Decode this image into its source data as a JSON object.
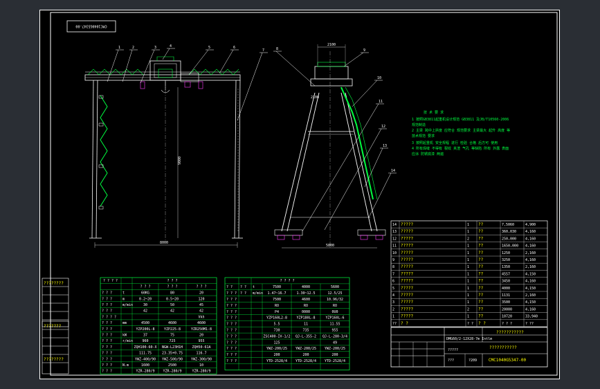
{
  "drawing_number": "CMC1040G5347-00",
  "title_block": {
    "drawing_name": "DMG60/2-12X28-7m Intlm",
    "unknown_title": "???????????",
    "drawing_code": "CMC1040G5347-00",
    "revision_label": "?????",
    "date_code": "?209",
    "scale_label": "???"
  },
  "part_callouts": [
    "1",
    "2",
    "3",
    "4",
    "5",
    "6",
    "7",
    "8",
    "9",
    "10",
    "11",
    "12",
    "13",
    "14"
  ],
  "dimensions": {
    "top_width": "2100",
    "span": "8000",
    "height": "9000",
    "side_base": "5800",
    "side_small": "2100"
  },
  "notes": {
    "heading": "技 术 要 求",
    "lines": [
      "1 按照GB3811起重机设计规范 GB3811 及JB/T10560-2006",
      "  规范制造",
      "2 主梁 跨中上拱度 应符合 规范要求 主梁最大 起升 高度 等",
      "  技术规范 要求",
      "3 按照起重机 安全规程 进行 检验 合格 后方可 使用",
      "4 所有焊缝 不得有 裂纹 夹渣 气孔 等缺陷 所有 外露 表面",
      "  应涂 防锈底漆 两遍"
    ]
  },
  "left_table": {
    "header": "? ? ?",
    "left_header": "? ? ? ?",
    "subheader": [
      "? ? ?",
      "? ? ?",
      "? ? ?"
    ],
    "rows": [
      [
        "? ? ?",
        "t",
        "60KG",
        "80",
        "20"
      ],
      [
        "? ? ?",
        "m",
        "0.2~20",
        "0.5~20",
        "120"
      ],
      [
        "? ? ?",
        "m/min",
        "30",
        "50",
        "45"
      ],
      [
        "? ? ?",
        "",
        "42",
        "42",
        "42"
      ],
      [
        "? ? ? ?",
        "",
        "",
        "",
        "Vkh"
      ],
      [
        "? ? ?",
        "mm",
        "4500",
        "4600",
        "4600"
      ],
      [
        "? ? ?",
        "",
        "YZP200L-8",
        "YZP225-8",
        "YZR250M1-8"
      ],
      [
        "? ? ?",
        "kW",
        "37",
        "75",
        "20"
      ],
      [
        "? ? ?",
        "r/min",
        "960",
        "725",
        "955"
      ],
      [
        "? ? ?",
        "",
        "ZQH100-60-X",
        "NGW-L23H1H",
        "ZQH50-61A"
      ],
      [
        "? ? ?",
        "",
        "111.75",
        "23.35+0.75",
        "116.7"
      ],
      [
        "? ? ?",
        "",
        "YWZ-400/90",
        "YWZ-500/90",
        "YWZ-300/90"
      ],
      [
        "? ? ?",
        "N.m",
        "1600",
        "2500",
        "10"
      ],
      [
        "? ? ?",
        "",
        "YZR-280/9",
        "YZR-280/9",
        "YZR-280/9"
      ]
    ]
  },
  "right_table": {
    "header": "? ? ? ?",
    "rows": [
      [
        "? ?",
        "? ?",
        "t",
        "7500",
        "4000",
        "5600"
      ],
      [
        "? ? ?",
        "? ?",
        "m/min",
        "1.47~16.7",
        "1.30~12.5",
        "12.5/25"
      ],
      [
        "? ? ?",
        "",
        "",
        "7500",
        "4600",
        "10.96/32"
      ],
      [
        "? ? ?",
        "",
        "",
        "RO",
        "RO",
        "RO"
      ],
      [
        "? ? ?",
        "",
        "",
        "P4",
        "0000",
        "0U0"
      ],
      [
        "? ? ?",
        "",
        "",
        "YZP160L2-8",
        "YZP180L-8",
        "YZP160L-6"
      ],
      [
        "? ? ?",
        "",
        "",
        "5.5",
        "11",
        "11.55"
      ],
      [
        "? ? ?",
        "",
        "",
        "730",
        "735",
        "955"
      ],
      [
        "? ? ?",
        "",
        "",
        "ZSC400-IV-1/2",
        "QJ-L-355-2",
        "QJ-L-280-3/4"
      ],
      [
        "? ? ?",
        "",
        "",
        "125",
        "",
        "49"
      ],
      [
        "? ? ?",
        "",
        "",
        "YWZ-200/25",
        "YWZ-200/25",
        "YWZ-200/25"
      ],
      [
        "? ? ?",
        "",
        "",
        "200",
        "200",
        "200"
      ],
      [
        "? ? ?",
        "",
        "",
        "YTD-2528/4",
        "YTD-2528/4",
        "YTD-2528/4"
      ]
    ]
  },
  "parts_list": [
    [
      "14",
      "?????",
      "1",
      "??",
      "7,5060",
      "4,900"
    ],
    [
      "13",
      "?????",
      "1",
      "??",
      "360,030",
      "4,160"
    ],
    [
      "12",
      "?????",
      "2",
      "??",
      "250,000",
      "4,160"
    ],
    [
      "11",
      "?????",
      "1",
      "??",
      "1650,000",
      "4,160"
    ],
    [
      "10",
      "?????",
      "1",
      "??",
      "1250",
      "2,160"
    ],
    [
      "9",
      "?????",
      "1",
      "??",
      "3250",
      "4,160"
    ],
    [
      "8",
      "?????",
      "1",
      "??",
      "1350",
      "2,160"
    ],
    [
      "7",
      "?????",
      "1",
      "??",
      "4557",
      "4,150"
    ],
    [
      "6",
      "?????",
      "1",
      "??",
      "3450",
      "4,160"
    ],
    [
      "5",
      "?????",
      "1",
      "??",
      "4000",
      "4,150"
    ],
    [
      "4",
      "?????",
      "1",
      "??",
      "1131",
      "2,160"
    ],
    [
      "3",
      "?????",
      "1",
      "??",
      "3500",
      "4,150"
    ],
    [
      "2",
      "?????",
      "2",
      "??",
      "20000",
      "4,160"
    ],
    [
      "1",
      "?????",
      "1",
      "??",
      "10720",
      "33,940"
    ],
    [
      "??",
      "? ?",
      "? ?",
      "? ?",
      "? ? ?",
      "? ??"
    ]
  ],
  "left_margin_labels": [
    "????????",
    "???????",
    "????????"
  ],
  "colors": {
    "background": "#000000",
    "frame": "#ffffff",
    "structure": "#ffffff",
    "green_detail": "#00ff40",
    "yellow_text": "#ffff00",
    "magenta": "#ff3cff",
    "callout_line": "#ffffff",
    "cyan_dim": "#00e0ff",
    "viewport_bg": "#2a2e34"
  }
}
